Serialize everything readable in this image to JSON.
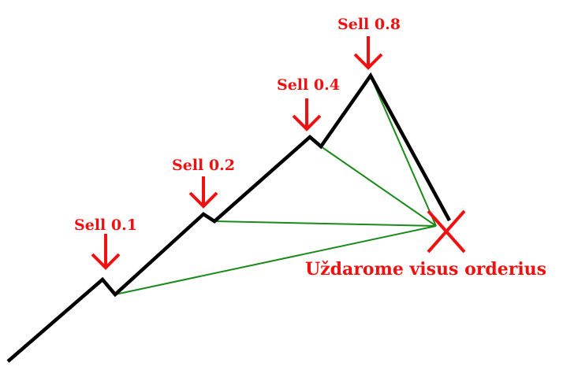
{
  "diagram": {
    "background": "#ffffff",
    "colors": {
      "price_line": "#000000",
      "marker": "#ee1111",
      "connector": "#1a8a1a",
      "label": "#ee1111"
    },
    "sell_markers": [
      {
        "label": "Sell 0.1"
      },
      {
        "label": "Sell 0.2"
      },
      {
        "label": "Sell 0.4"
      },
      {
        "label": "Sell 0.8"
      }
    ],
    "close_marker": {
      "icon": "x-cross-icon",
      "label": "Uždarome visus orderius"
    }
  }
}
